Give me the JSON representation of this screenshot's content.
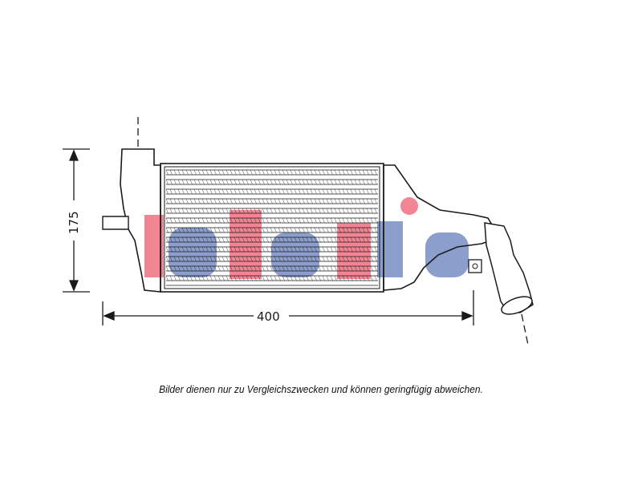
{
  "dimensions": {
    "height_label": "175",
    "width_label": "400"
  },
  "watermark": {
    "text": "akslis",
    "colors": {
      "red": "#e8233c",
      "blue": "#2f4fa3"
    }
  },
  "caption": "Bilder dienen nur zu Vergleichszwecken und können geringfügig abweichen."
}
